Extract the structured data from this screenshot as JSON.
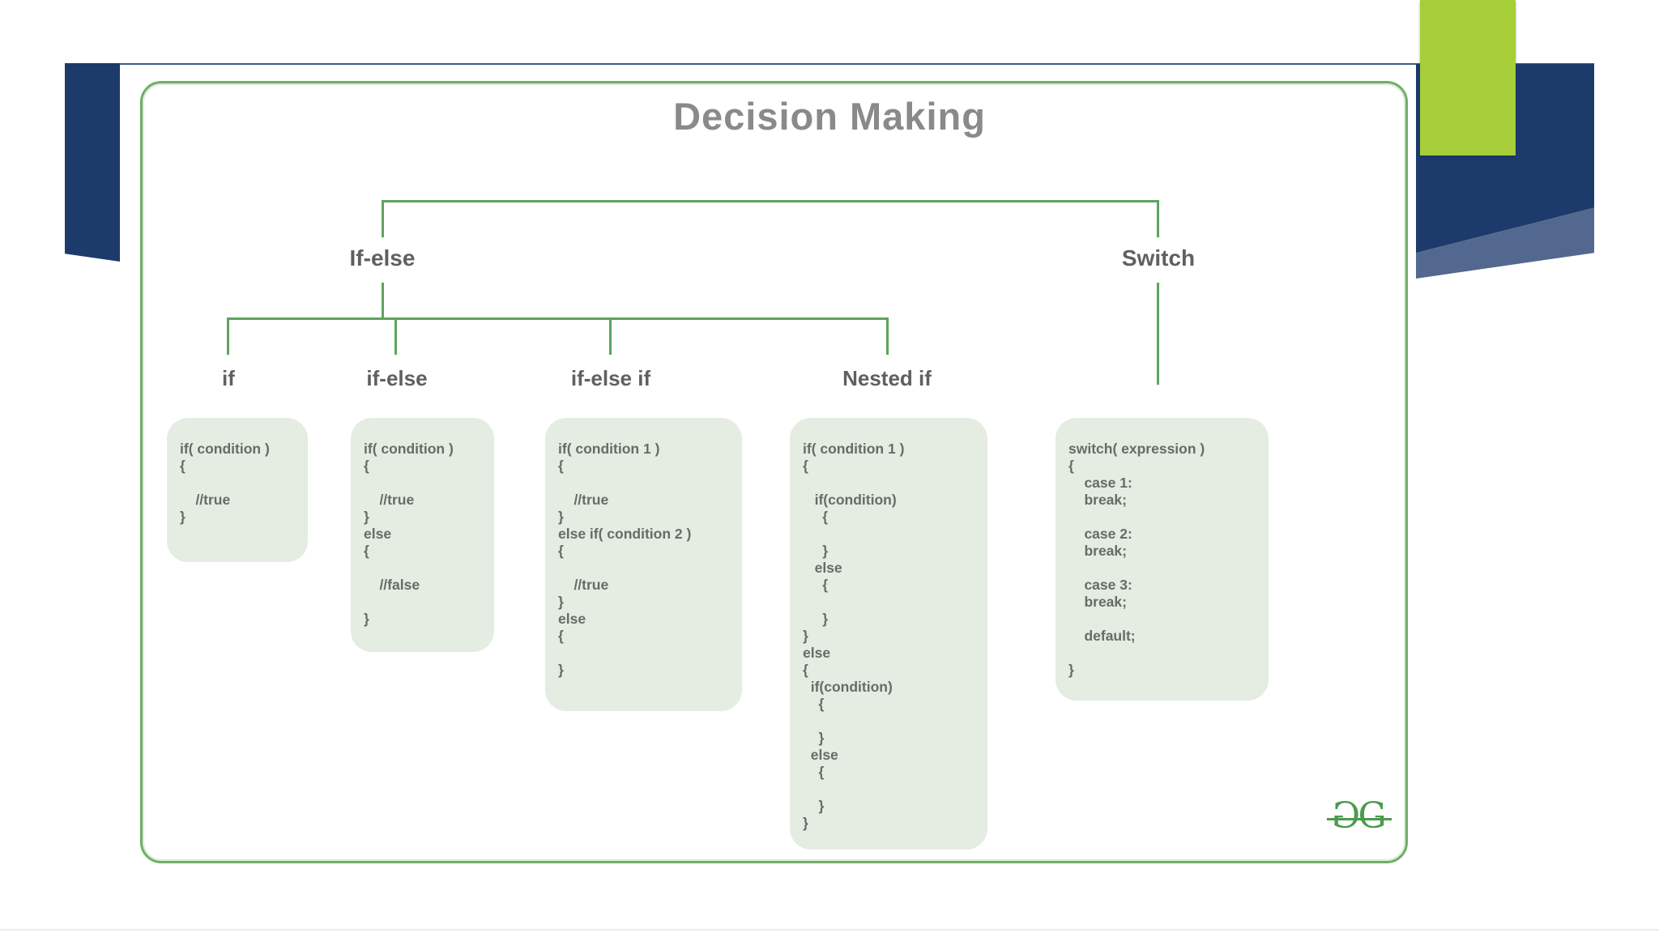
{
  "slide": {
    "title": "Decision Making",
    "nodes": {
      "if_else_parent": "If-else",
      "switch_parent": "Switch",
      "if": "if",
      "if_else": "if-else",
      "if_else_if": "if-else if",
      "nested_if": "Nested if"
    },
    "boxes": [
      {
        "name": "if",
        "code": "if( condition )\n{\n\n    //true\n}"
      },
      {
        "name": "if-else",
        "code": "if( condition )\n{\n\n    //true\n}\nelse\n{\n\n    //false\n\n}"
      },
      {
        "name": "if-else-if",
        "code": "if( condition 1 )\n{\n\n    //true\n}\nelse if( condition 2 )\n{\n\n    //true\n}\nelse\n{\n\n}"
      },
      {
        "name": "nested-if",
        "code": "if( condition 1 )\n{\n\n   if(condition)\n     {\n\n     }\n   else\n     {\n\n     }\n}\nelse\n{\n  if(condition)\n    {\n\n    }\n  else\n    {\n\n    }\n}"
      },
      {
        "name": "switch",
        "code": "switch( expression )\n{\n    case 1:\n    break;\n\n    case 2:\n    break;\n\n    case 3:\n    break;\n\n    default;\n\n}"
      }
    ],
    "logo": {
      "letter_left": "G",
      "letter_right": "G"
    },
    "colors": {
      "panel_border_green": "#70ad68",
      "connector_green": "#5ea35d",
      "code_box_bg": "#e5ece2",
      "code_text_gray": "#666c66",
      "title_gray": "#8a8a8a",
      "label_gray": "#606060",
      "navy": "#1c3b6b",
      "steel_blue": "#53688e",
      "lime_green": "#a6ce39",
      "logo_green": "#4c9a4c"
    }
  }
}
